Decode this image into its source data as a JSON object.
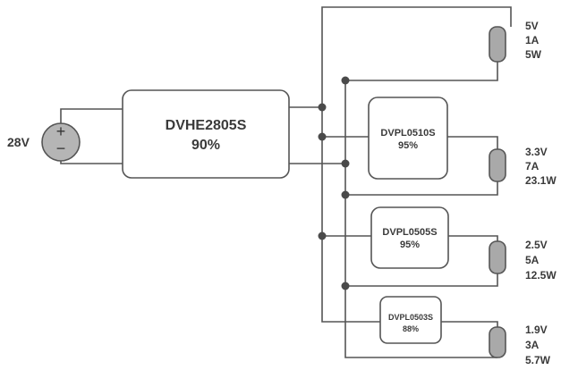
{
  "source": {
    "voltage": "28V",
    "plus": "+",
    "minus": "−"
  },
  "main_converter": {
    "name": "DVHE2805S",
    "efficiency": "90%"
  },
  "converters": [
    {
      "name": "DVPL0510S",
      "efficiency": "95%"
    },
    {
      "name": "DVPL0505S",
      "efficiency": "95%"
    },
    {
      "name": "DVPL0503S",
      "efficiency": "88%"
    }
  ],
  "loads": [
    {
      "voltage": "5V",
      "current": "1A",
      "power": "5W"
    },
    {
      "voltage": "3.3V",
      "current": "7A",
      "power": "23.1W"
    },
    {
      "voltage": "2.5V",
      "current": "5A",
      "power": "12.5W"
    },
    {
      "voltage": "1.9V",
      "current": "3A",
      "power": "5.7W"
    }
  ]
}
